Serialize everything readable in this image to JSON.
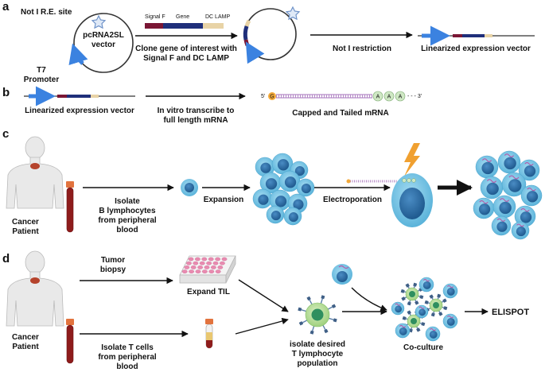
{
  "panels": {
    "a": "a",
    "b": "b",
    "c": "c",
    "d": "d"
  },
  "panel_a": {
    "site_label": "Not I R.E. site",
    "vector_label": [
      "pcRNA2SL",
      "vector"
    ],
    "promoter_label": [
      "T7",
      "Promoter"
    ],
    "insert_labels": {
      "signal": "Signal F",
      "gene": "Gene",
      "lamp": "DC LAMP"
    },
    "clone_caption": [
      "Clone gene of interest with",
      "Signal F and DC LAMP"
    ],
    "restriction_caption": "Not I restriction",
    "linearized_caption": "Linearized expression vector"
  },
  "panel_b": {
    "linearized_caption": "Linearized expression vector",
    "transcribe_caption": [
      "In vitro transcribe to",
      "full length mRNA"
    ],
    "mrna_caption": "Capped and Tailed mRNA",
    "five_prime": "5'",
    "cap": "G",
    "tail": [
      "A",
      "A",
      "A"
    ],
    "three_prime": "- - - 3'"
  },
  "panel_c": {
    "patient_label": [
      "Cancer",
      "Patient"
    ],
    "isolate_caption": [
      "Isolate",
      "B lymphocytes",
      "from peripheral",
      "blood"
    ],
    "expansion_caption": "Expansion",
    "electroporation_caption": "Electroporation"
  },
  "panel_d": {
    "patient_label": [
      "Cancer",
      "Patient"
    ],
    "biopsy_caption": [
      "Tumor",
      "biopsy"
    ],
    "expand_caption": "Expand TIL",
    "isolate_t_caption": [
      "Isolate T cells",
      "from peripheral",
      "blood"
    ],
    "isolate_desired_caption": [
      "isolate desired",
      "T lymphocyte",
      "population"
    ],
    "coculture_caption": "Co-culture",
    "elispot_label": "ELISPOT"
  },
  "colors": {
    "plasmid": "#333333",
    "promoter_arrow": "#3b82e0",
    "signal_f": "#7a1634",
    "gene": "#1f2f7a",
    "dc_lamp": "#e8d3a6",
    "site_star": "#6f93c9",
    "mrna": "#b58ac6",
    "cap": "#f2a93b",
    "tail": "#cfe8c4",
    "b_cell_outer": "#76c6e8",
    "b_cell_nucleus": "#2f6fa8",
    "t_cell_outer": "#bfe0a3",
    "t_cell_nucleus": "#2f8f5f",
    "bolt": "#f0a030",
    "skin": "#e9e9e9",
    "tumor": "#b5432c",
    "blood": "#8e1c1c",
    "well": "#e98bb0"
  }
}
